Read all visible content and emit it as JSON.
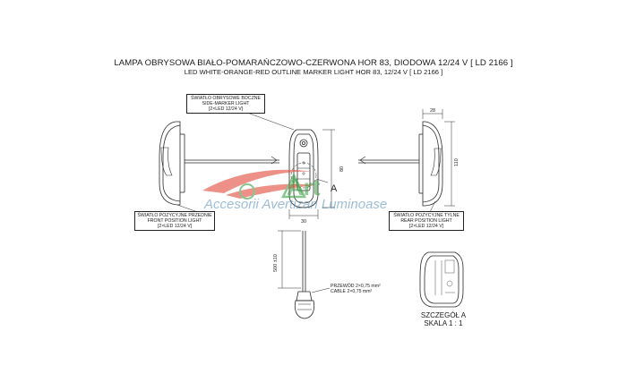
{
  "title": {
    "polish": "LAMPA OBRYSOWA BIAŁO-POMARAŃCZOWO-CZERWONA HOR 83, DIODOWA 12/24 V [ LD 2166 ]",
    "english": "LED WHITE-ORANGE-RED OUTLINE MARKER LIGHT HOR 83, 12/24 V [ LD 2166 ]"
  },
  "side_marker": {
    "line1": "ŚWIATŁO OBRYSOWE BOCZNE",
    "line2": "SIDE-MARKER LIGHT",
    "line3": "[2×LED 12/24 V]"
  },
  "front_position": {
    "line1": "ŚWIATŁO POZYCYJNE PRZEDNIE",
    "line2": "FRONT POSITION LIGHT",
    "line3": "[2×LED 12/24 V]"
  },
  "rear_position": {
    "line1": "ŚWIATŁO POZYCYJNE TYLNE",
    "line2": "REAR POSITION LIGHT",
    "line3": "[2×LED 12/24 V]"
  },
  "cable": {
    "line1": "PRZEWÓD 2×0,75 mm²",
    "line2": "CABLE 2×0,75 mm²"
  },
  "detail": {
    "line1": "SZCZEGÓŁ A",
    "line2": "SKALA 1 : 1"
  },
  "dimensions": {
    "depth": "28",
    "height_right": "110",
    "height_front": "80",
    "width_front": "30",
    "cable_length": "500 ±10",
    "section_marker": "A"
  },
  "watermark": {
    "brand": "Art",
    "tagline": "Accesorii Avertizari Luminoase"
  },
  "colors": {
    "line": "#2a2a2a",
    "watermark_red": "#e0483a",
    "watermark_green": "#3aa043",
    "watermark_blue": "#4c88b3"
  }
}
